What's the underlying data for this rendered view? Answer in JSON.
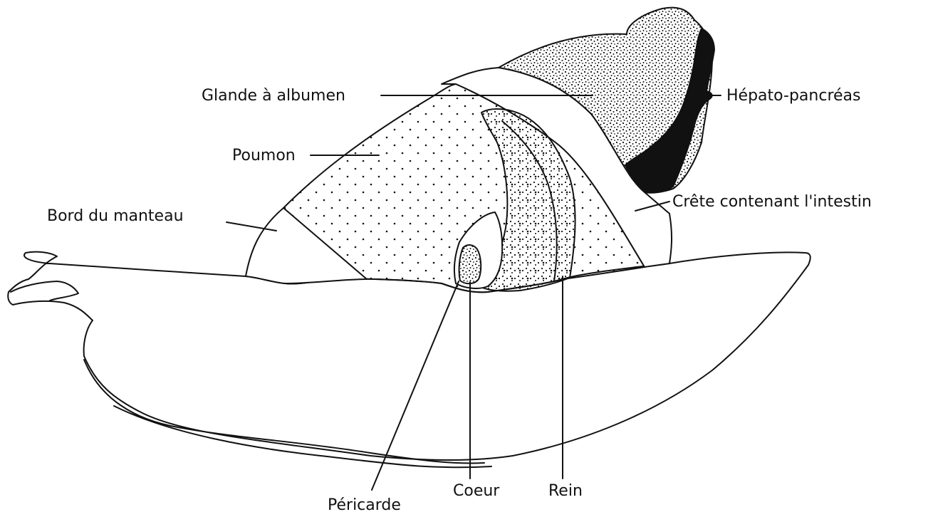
{
  "figure": {
    "ink_color": "#111111",
    "paper_color": "#ffffff",
    "labels": {
      "glande": "Glande à albumen",
      "hepato": "Hépato-pancréas",
      "poumon": "Poumon",
      "crete": "Crête contenant l'intestin",
      "bord": "Bord du manteau",
      "pericarde": "Péricarde",
      "coeur": "Coeur",
      "rein": "Rein"
    }
  }
}
